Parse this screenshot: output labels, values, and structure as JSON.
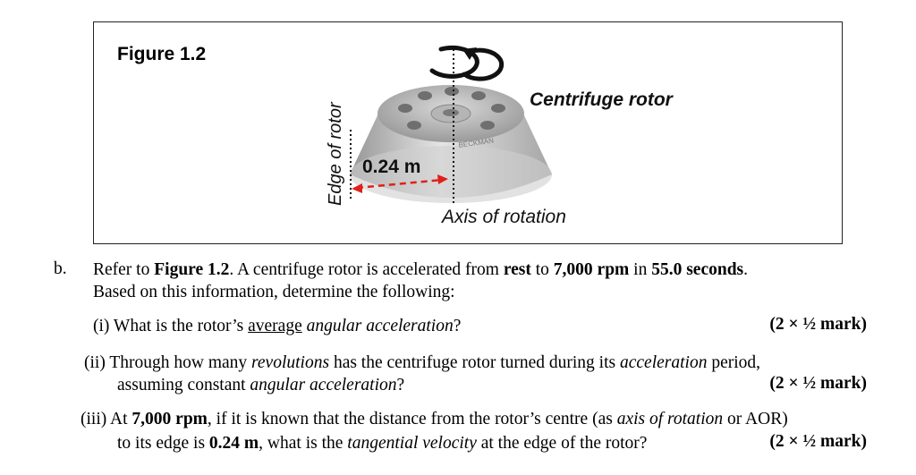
{
  "figure": {
    "title": "Figure 1.2",
    "label_rotor": "Centrifuge rotor",
    "label_edge": "Edge of rotor",
    "label_distance": "0.24 m",
    "label_axis": "Axis of rotation",
    "rotor_brand": "BECKMAN"
  },
  "question": {
    "letter": "b.",
    "intro": {
      "t1": "Refer to ",
      "t2": "Figure 1.2",
      "t3": ". A centrifuge rotor is accelerated from ",
      "t4": "rest",
      "t5": " to ",
      "t6": "7,000 rpm",
      "t7": " in ",
      "t8": "55.0 seconds",
      "t9": ".",
      "line2": "Based on this information, determine the following:"
    },
    "part1": {
      "num": "(i) What is the rotor’s ",
      "underlined": "average",
      "sp": " ",
      "italic": "angular acceleration",
      "end": "?",
      "marks": "(2 × ½ mark)"
    },
    "part2": {
      "a": "(ii) Through how many ",
      "b": "revolutions",
      "c": " has the centrifuge rotor turned during its ",
      "d": "acceleration",
      "e": " period,",
      "f": "assuming constant ",
      "g": "angular acceleration",
      "h": "?",
      "marks": "(2 × ½ mark)"
    },
    "part3": {
      "a": "(iii) At ",
      "b": "7,000 rpm",
      "c": ", if it is known that the distance from the rotor’s centre (as ",
      "d": "axis of rotation",
      "e": " or AOR)",
      "f": "to its edge is ",
      "g": "0.24 m",
      "h": ", what is the ",
      "i": "tangential velocity",
      "j": " at the edge of the rotor?",
      "marks": "(2 × ½ mark)"
    }
  }
}
